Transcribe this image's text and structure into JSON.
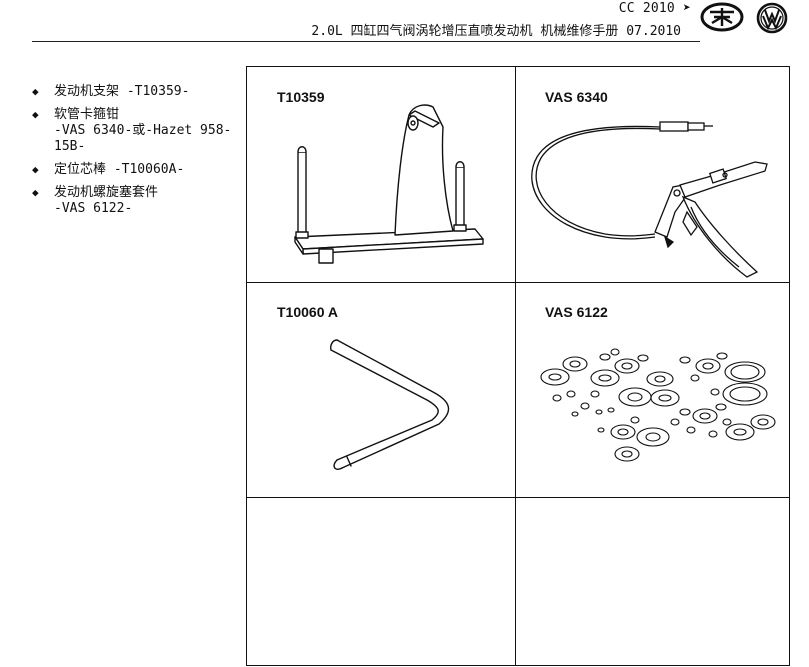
{
  "header": {
    "model": "CC 2010 ➤",
    "title": "2.0L 四缸四气阀涡轮增压直喷发动机 机械维修手册 07.2010",
    "logos": [
      "faw-logo-icon",
      "volkswagen-logo-icon"
    ]
  },
  "tools": [
    {
      "lines": [
        "发动机支架 -T10359-"
      ]
    },
    {
      "lines": [
        "软管卡箍钳",
        "-VAS 6340-或-Hazet 958-",
        "15B-"
      ]
    },
    {
      "lines": [
        "定位芯棒 -T10060A-"
      ]
    },
    {
      "lines": [
        "发动机螺旋塞套件",
        "-VAS 6122-"
      ]
    }
  ],
  "cells": [
    {
      "label": "T10359",
      "icon": "engine-support-icon"
    },
    {
      "label": "VAS 6340",
      "icon": "hose-clamp-pliers-icon"
    },
    {
      "label": "T10060 A",
      "icon": "locating-pin-icon"
    },
    {
      "label": "VAS 6122",
      "icon": "plug-set-icon"
    },
    {
      "label": "",
      "icon": ""
    },
    {
      "label": "",
      "icon": ""
    }
  ]
}
